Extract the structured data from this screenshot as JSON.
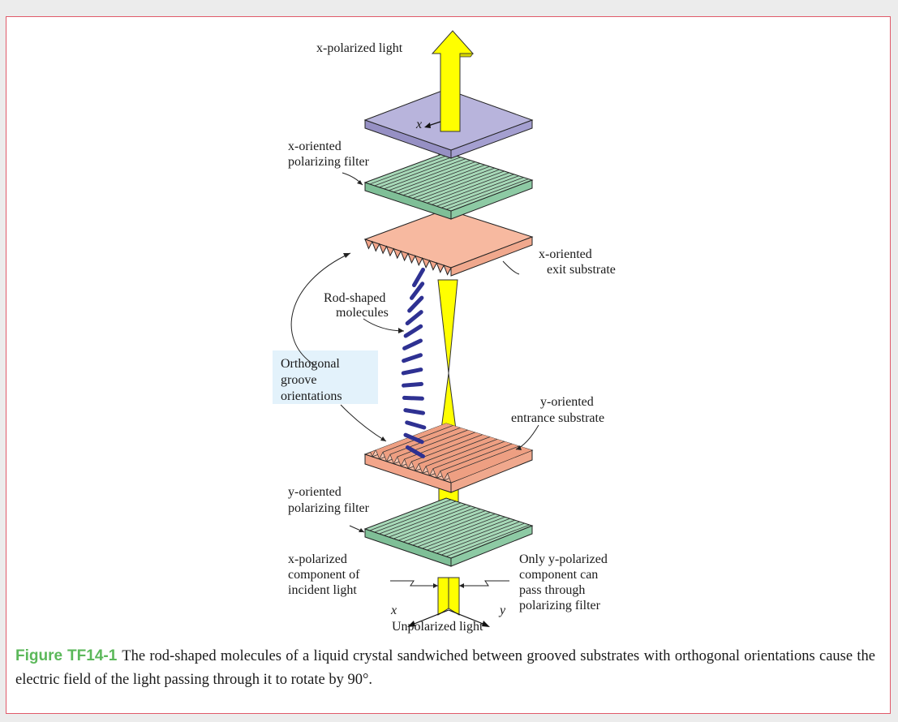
{
  "labels": {
    "x_polarized_light": "x-polarized light",
    "x_axis_top": "x",
    "x_filter_1": "x-oriented",
    "x_filter_2": "polarizing filter",
    "exit_1": "x-oriented",
    "exit_2": "exit substrate",
    "rod_1": "Rod-shaped",
    "rod_2": "molecules",
    "orth_1": "Orthogonal",
    "orth_2": "groove",
    "orth_3": "orientations",
    "entr_1": "y-oriented",
    "entr_2": "entrance substrate",
    "y_filter_1": "y-oriented",
    "y_filter_2": "polarizing filter",
    "xcomp_1": "x-polarized",
    "xcomp_2": "component of",
    "xcomp_3": "incident light",
    "only_1": "Only y-polarized",
    "only_2": "component can",
    "only_3": "pass through",
    "only_4": "polarizing filter",
    "x_axis_bottom": "x",
    "y_axis_bottom": "y",
    "unpolarized": "Unpolarized light"
  },
  "caption": {
    "figure_label": "Figure TF14-1",
    "text": "The rod-shaped molecules of a liquid crystal sandwiched between grooved substrates with orthogonal orientations cause the electric field of the light passing through it to rotate by 90°."
  },
  "colors": {
    "frame_border": "#e05a6a",
    "light_beam": "#ffff00",
    "exit_plate": "#b8b4dc",
    "polarizer": "#a7d9b8",
    "substrate": "#f7b9a0",
    "molecules": "#2e3192",
    "figure_label": "#5bb85a",
    "highlight": "#e3f2fb"
  }
}
